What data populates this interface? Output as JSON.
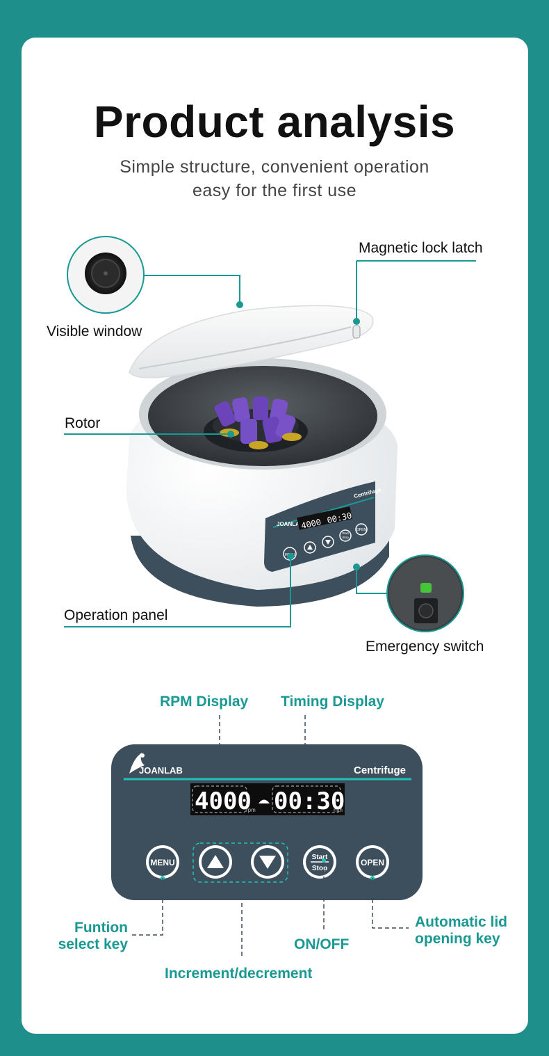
{
  "header": {
    "title": "Product analysis",
    "subtitle_line1": "Simple structure, convenient operation",
    "subtitle_line2": "easy for the first use"
  },
  "callouts": {
    "visible_window": "Visible window",
    "magnetic_lock_latch": "Magnetic lock latch",
    "rotor": "Rotor",
    "operation_panel": "Operation panel",
    "emergency_switch": "Emergency switch"
  },
  "small_panel": {
    "brand": "JOANLAB",
    "model": "Centrifuge",
    "rpm": "4000",
    "time": "00:30",
    "menu": "MENU",
    "start": "Start",
    "stop": "Stop",
    "open": "OPEN"
  },
  "panel": {
    "brand": "JOANLAB",
    "model": "Centrifuge",
    "rpm_value": "4000",
    "rpm_unit": "rpm",
    "time_value": "00:30",
    "time_unit": "min",
    "menu_label": "MENU",
    "start_label": "Start",
    "stop_label": "Stop",
    "open_label": "OPEN"
  },
  "panel_labels": {
    "rpm_display": "RPM Display",
    "timing_display": "Timing Display",
    "function_line1": "Funtion",
    "function_line2": "select key",
    "on_off": "ON/OFF",
    "auto_lid_line1": "Automatic lid",
    "auto_lid_line2": "opening key",
    "increment": "Increment/decrement"
  },
  "colors": {
    "background": "#1f8f8c",
    "accent": "#1a9993",
    "panel": "#3d4e5c",
    "display": "#111111"
  }
}
